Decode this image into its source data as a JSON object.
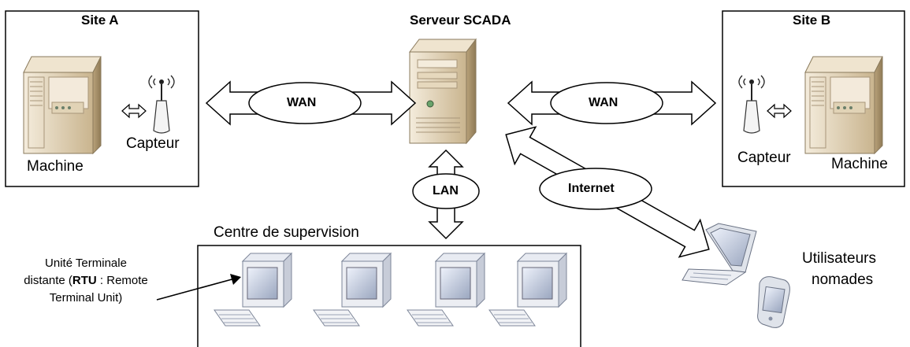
{
  "server": {
    "title": "Serveur SCADA"
  },
  "site_a": {
    "title": "Site A",
    "machine_label": "Machine",
    "sensor_label": "Capteur"
  },
  "site_b": {
    "title": "Site B",
    "machine_label": "Machine",
    "sensor_label": "Capteur"
  },
  "links": {
    "wan_left": "WAN",
    "wan_right": "WAN",
    "lan": "LAN",
    "internet": "Internet"
  },
  "supervision": {
    "title": "Centre de supervision"
  },
  "rtu": {
    "line1": "Unité Terminale",
    "line2_prefix": "distante (",
    "line2_bold": "RTU",
    "line2_suffix": " : Remote",
    "line3": "Terminal Unit)"
  },
  "mobile": {
    "line1": "Utilisateurs",
    "line2": "nomades"
  },
  "colors": {
    "stroke": "#000000",
    "beige": "#e9dcc3",
    "beige_dark": "#c8b48f",
    "screen": "#d9dde6"
  }
}
